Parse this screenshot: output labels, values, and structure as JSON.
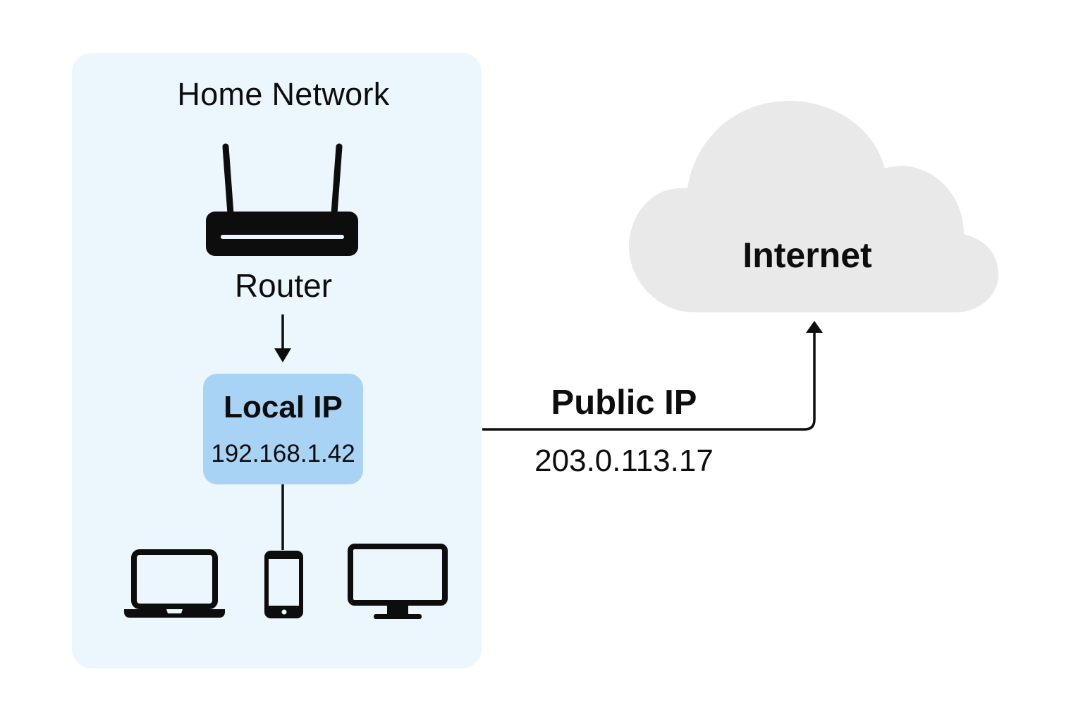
{
  "home_network": {
    "title": "Home Network",
    "router": {
      "label": "Router",
      "icon": "router-icon"
    },
    "local_ip": {
      "label": "Local IP",
      "value": "192.168.1.42"
    },
    "devices": [
      {
        "name": "laptop",
        "icon": "laptop-icon"
      },
      {
        "name": "smartphone",
        "icon": "smartphone-icon"
      },
      {
        "name": "desktop-monitor",
        "icon": "monitor-icon"
      }
    ]
  },
  "internet": {
    "label": "Internet",
    "icon": "cloud-icon"
  },
  "connection": {
    "label": "Public IP",
    "value": "203.0.113.17"
  },
  "colors": {
    "panel_bg": "#ecf6fd",
    "local_ip_box": "#a9d3f5",
    "cloud": "#e9e9e9",
    "stroke": "#0d0d0d"
  }
}
